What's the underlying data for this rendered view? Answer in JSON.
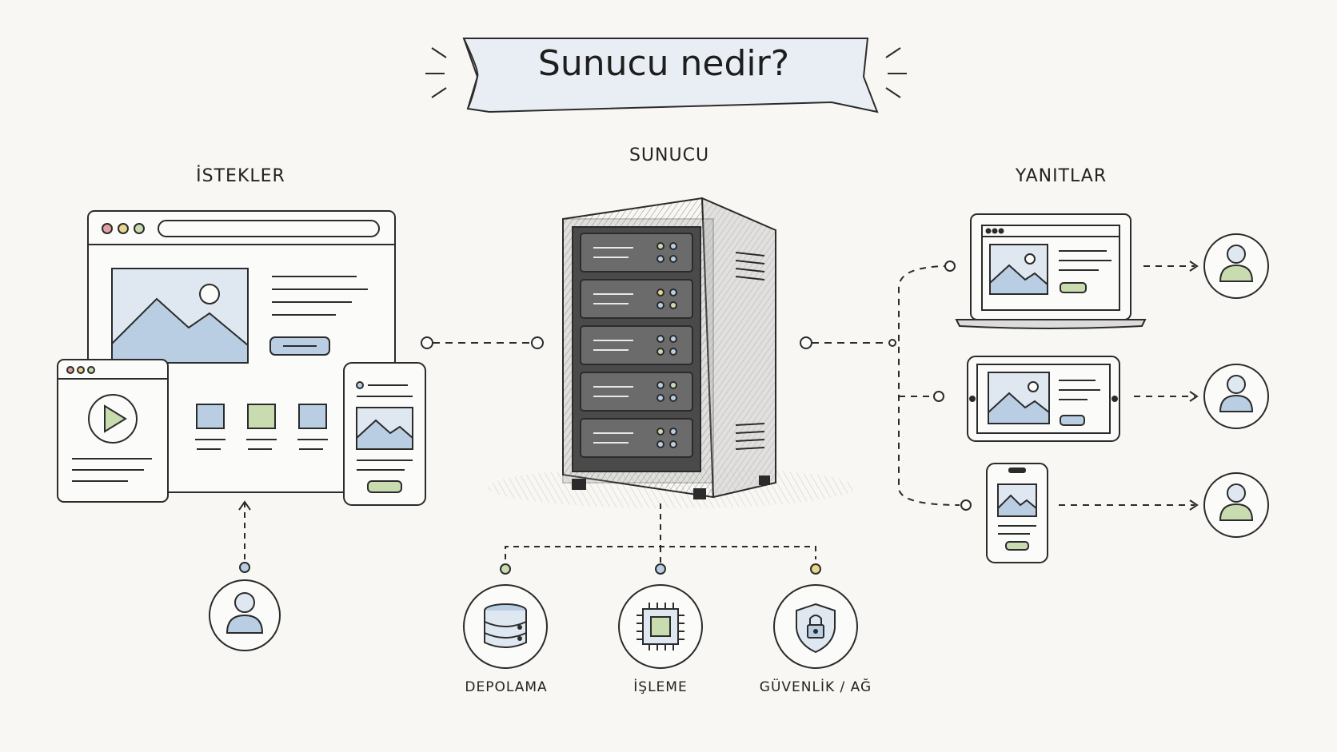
{
  "title": "Sunucu nedir?",
  "sections": {
    "requests": "İSTEKLER",
    "server": "SUNUCU",
    "responses": "YANITLAR"
  },
  "components": [
    {
      "label": "DEPOLAMA",
      "icon": "database-icon"
    },
    {
      "label": "İŞLEME",
      "icon": "cpu-chip-icon"
    },
    {
      "label": "GÜVENLİK / AĞ",
      "icon": "shield-lock-icon"
    }
  ],
  "colors": {
    "ink": "#2b2b2b",
    "blue_tint": "#b9cde3",
    "green_tint": "#c9dcb0",
    "red_dot": "#e3a2a2",
    "yellow_dot": "#e8d58e",
    "background": "#f8f7f3"
  }
}
